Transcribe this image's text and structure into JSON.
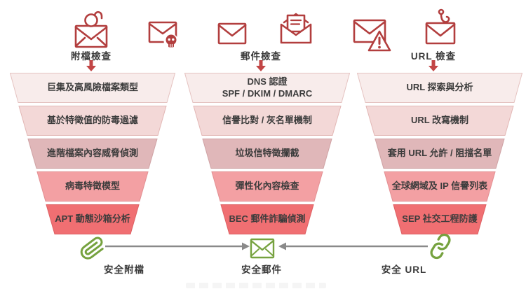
{
  "diagram_title": "email-protection-three-funnel-diagram",
  "colors": {
    "icon_red": "#b23e3e",
    "arrow_red": "#c24545",
    "text": "#3c3c3c",
    "green": "#76a23f",
    "arrow_gray": "#8a8a8a",
    "funnel_fills": [
      "#f8eceb",
      "#f3d8d7",
      "#e0b7b9",
      "#f3a0a3",
      "#f06f72"
    ]
  },
  "columns": [
    {
      "label": "附檔檢查",
      "icons": [
        "envelope-unlocked-icon",
        "envelope-skull-icon"
      ],
      "rows": [
        {
          "text": "巨集及高風險檔案類型"
        },
        {
          "text": "基於特徵值的防毒過濾"
        },
        {
          "text": "進階檔案內容威脅偵測"
        },
        {
          "text": "病毒特徵模型"
        },
        {
          "text": "APT 動態沙箱分析"
        }
      ]
    },
    {
      "label": "郵件檢查",
      "icons": [
        "envelope-closed-icon",
        "envelope-open-letter-icon"
      ],
      "rows": [
        {
          "text": "DNS 認證",
          "subtext": "SPF / DKIM / DMARC"
        },
        {
          "text": "信譽比對 / 灰名單機制"
        },
        {
          "text": "垃圾信特徵攔截"
        },
        {
          "text": "彈性化內容檢查"
        },
        {
          "text": "BEC 郵件詐騙偵測"
        }
      ]
    },
    {
      "label": "URL 檢查",
      "icons": [
        "envelope-warning-icon",
        "envelope-hook-icon"
      ],
      "rows": [
        {
          "text": "URL 探索與分析"
        },
        {
          "text": "URL 改寫機制"
        },
        {
          "text": "套用 URL 允許 / 阻擋名單"
        },
        {
          "text": "全球網域及 IP 信譽列表"
        },
        {
          "text": "SEP 社交工程防護"
        }
      ]
    }
  ],
  "footer": {
    "items": [
      {
        "icon": "paperclip-icon",
        "label": "安全附檔"
      },
      {
        "icon": "envelope-icon",
        "label": "安全郵件"
      },
      {
        "icon": "link-icon",
        "label": "安全 URL"
      }
    ]
  }
}
